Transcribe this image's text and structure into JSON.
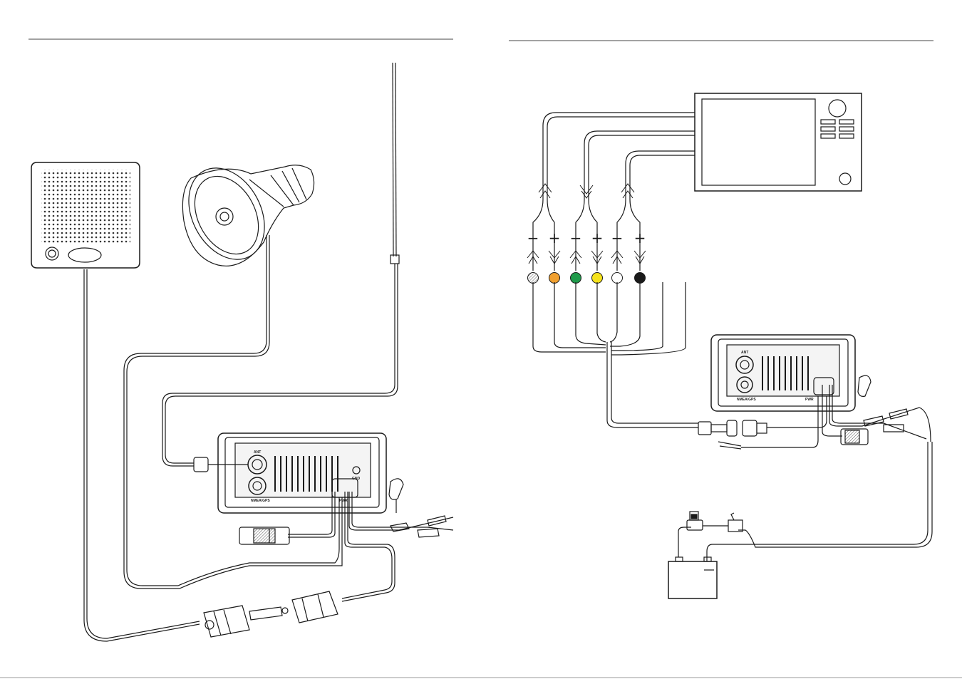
{
  "left_page": {
    "radio": {
      "ant_label": "ANT",
      "gnd_label": "GND",
      "bottom_label_left": "NMEA/GPS",
      "bottom_label_right": "PWR"
    }
  },
  "right_page": {
    "terminals": {
      "polarity_labels": [
        "−",
        "+",
        "−",
        "+",
        "−",
        "+"
      ],
      "wire_colors": [
        "#b5b5b5",
        "#f0a030",
        "#1f9a4a",
        "#f5e21c",
        "#ffffff",
        "#1a1a1a"
      ]
    },
    "radio": {
      "ant_label": "ANT",
      "bottom_label_left": "NMEA/GPS",
      "bottom_label_right": "PWR"
    }
  },
  "colors": {
    "line": "#1a1a1a",
    "cable_fill": "#ffffff",
    "page_bg": "#ffffff"
  }
}
